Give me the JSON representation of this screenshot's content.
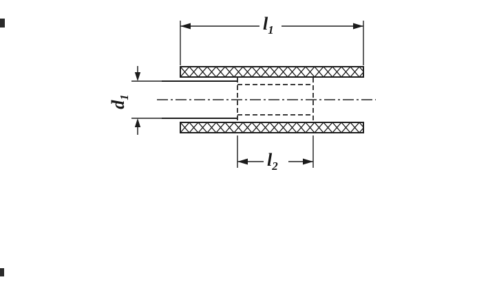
{
  "colors": {
    "line": "#1b1b1b",
    "background": "#ffffff"
  },
  "labels": {
    "l1": {
      "base": "l",
      "sub": "1"
    },
    "l2": {
      "base": "l",
      "sub": "2"
    },
    "d1": {
      "base": "d",
      "sub": "1"
    }
  }
}
